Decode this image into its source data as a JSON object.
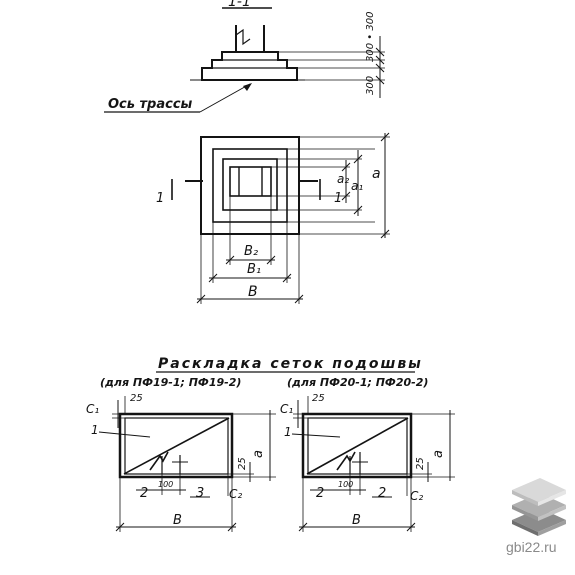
{
  "section_mark": "1-1",
  "elevation": {
    "dim_top": "300",
    "dim_bottom": "300",
    "dim_sep": "300 • 300",
    "axis_label": "Ось трассы"
  },
  "plan": {
    "dims": {
      "a": "a",
      "a1": "a₁",
      "a2": "a₂",
      "b": "B",
      "b1": "B₁",
      "b2": "B₂"
    },
    "cut_left": "1",
    "cut_right": "1"
  },
  "layout": {
    "title": "Раскладка сеток подошвы",
    "left": {
      "caption": "(для ПФ19-1; ПФ19-2)",
      "c1": "C₁",
      "d25_top": "25",
      "mark1": "1",
      "mark2": "2",
      "d100": "100",
      "mark3": "3",
      "d25_right": "25",
      "c2": "C₂",
      "a": "a",
      "b": "B"
    },
    "right": {
      "caption": "(для ПФ20-1; ПФ20-2)",
      "c1": "C₁",
      "d25_top": "25",
      "mark1": "1",
      "mark2": "2",
      "d100": "100",
      "mark2b": "2",
      "d25_right": "25",
      "c2": "C₂",
      "a": "a",
      "b": "B"
    }
  },
  "watermark": {
    "text": "gbi22.ru"
  },
  "colors": {
    "ink": "#141414",
    "watermark": "#8a8a8a",
    "logo_light": "#d9d9d9",
    "logo_mid": "#b0b0b0",
    "logo_dark": "#8c8c8c"
  }
}
